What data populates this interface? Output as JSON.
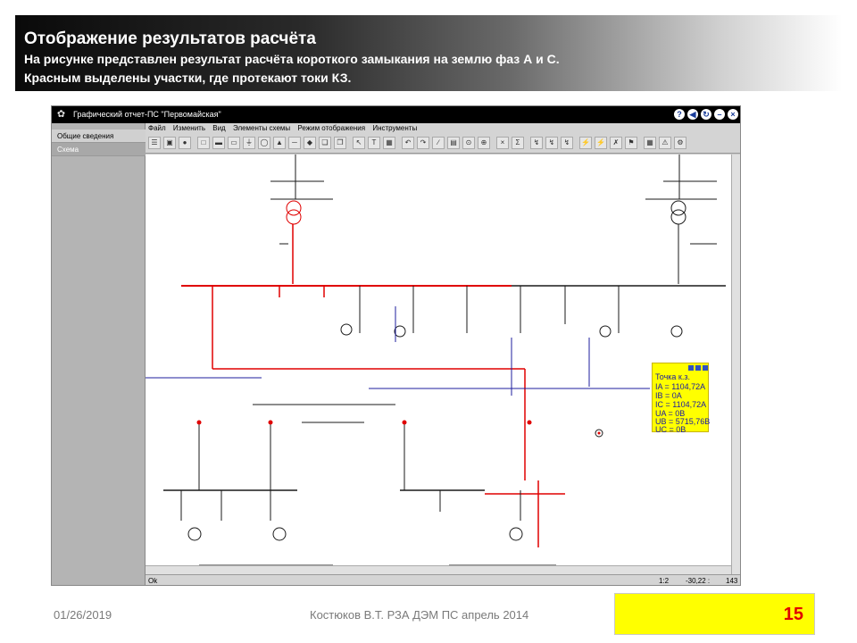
{
  "header": {
    "title": "Отображение результатов расчёта",
    "subtitle_line1": "На рисунке представлен результат расчёта короткого замыкания на землю фаз А и С.",
    "subtitle_line2": "Красным выделены участки, где протекают токи КЗ."
  },
  "app": {
    "window_title": "Графический отчет-ПС \"Первомайская\"",
    "left_panel": [
      "Общие сведения",
      "Схема"
    ],
    "menu": [
      "Файл",
      "Изменить",
      "Вид",
      "Элементы схемы",
      "Режим отображения",
      "Инструменты"
    ],
    "status": {
      "left": "Ok",
      "scale": "1:2",
      "coords": "-30,22 :",
      "right": "143"
    }
  },
  "fault_box": {
    "title": "Точка к.з.",
    "lines": [
      "IA = 1104,72A",
      "IB = 0A",
      "IC = 1104,72A",
      "UA = 0B",
      "UB = 5715,76B",
      "UC = 0B"
    ]
  },
  "colors": {
    "fault_path": "#e00000",
    "bus": "#1e1e9c",
    "wire": "#1a1a1a",
    "highlight": "#ffff00"
  },
  "footer": {
    "date": "01/26/2019",
    "author_text": "Костюков В.Т. РЗА ДЭМ ПС апрель 2014",
    "page_number": "15"
  }
}
